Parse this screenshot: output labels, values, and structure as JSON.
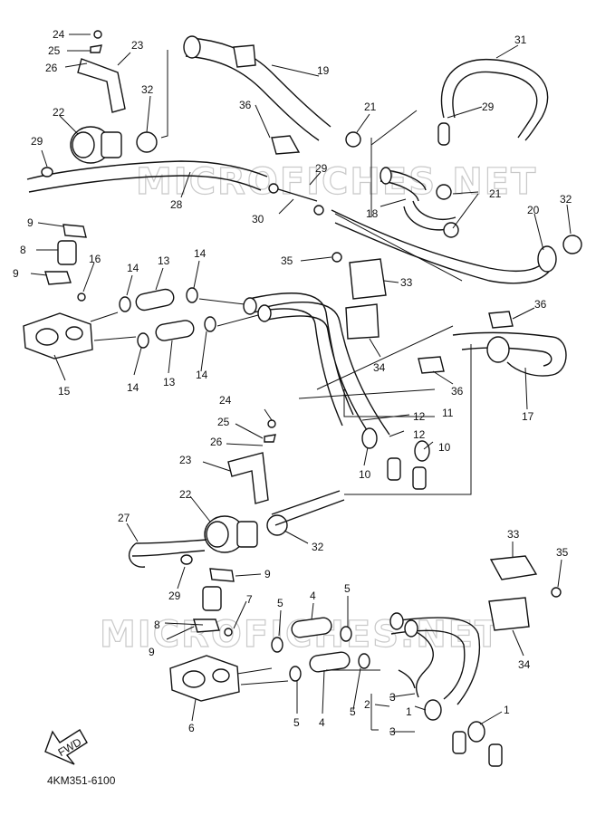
{
  "diagram": {
    "code": "4KM351-6100",
    "watermark": "MICROFICHES.NET",
    "fwd_label": "FWD",
    "callouts": [
      {
        "id": "c24a",
        "text": "24"
      },
      {
        "id": "c25a",
        "text": "25"
      },
      {
        "id": "c26a",
        "text": "26"
      },
      {
        "id": "c23a",
        "text": "23"
      },
      {
        "id": "c32a",
        "text": "32"
      },
      {
        "id": "c22a",
        "text": "22"
      },
      {
        "id": "c29a",
        "text": "29"
      },
      {
        "id": "c28",
        "text": "28"
      },
      {
        "id": "c9a",
        "text": "9"
      },
      {
        "id": "c8a",
        "text": "8"
      },
      {
        "id": "c9b",
        "text": "9"
      },
      {
        "id": "c16",
        "text": "16"
      },
      {
        "id": "c15",
        "text": "15"
      },
      {
        "id": "c14a",
        "text": "14"
      },
      {
        "id": "c13a",
        "text": "13"
      },
      {
        "id": "c14b",
        "text": "14"
      },
      {
        "id": "c14c",
        "text": "14"
      },
      {
        "id": "c13b",
        "text": "13"
      },
      {
        "id": "c14d",
        "text": "14"
      },
      {
        "id": "c36a",
        "text": "36"
      },
      {
        "id": "c19",
        "text": "19"
      },
      {
        "id": "c21a",
        "text": "21"
      },
      {
        "id": "c31",
        "text": "31"
      },
      {
        "id": "c29b",
        "text": "29"
      },
      {
        "id": "c29c",
        "text": "29"
      },
      {
        "id": "c30",
        "text": "30"
      },
      {
        "id": "c21b",
        "text": "21"
      },
      {
        "id": "c18",
        "text": "18"
      },
      {
        "id": "c20",
        "text": "20"
      },
      {
        "id": "c32b",
        "text": "32"
      },
      {
        "id": "c35a",
        "text": "35"
      },
      {
        "id": "c33a",
        "text": "33"
      },
      {
        "id": "c34a",
        "text": "34"
      },
      {
        "id": "c36b",
        "text": "36"
      },
      {
        "id": "c36c",
        "text": "36"
      },
      {
        "id": "c17",
        "text": "17"
      },
      {
        "id": "c12a",
        "text": "12"
      },
      {
        "id": "c11",
        "text": "11"
      },
      {
        "id": "c12b",
        "text": "12"
      },
      {
        "id": "c10a",
        "text": "10"
      },
      {
        "id": "c10b",
        "text": "10"
      },
      {
        "id": "c24b",
        "text": "24"
      },
      {
        "id": "c25b",
        "text": "25"
      },
      {
        "id": "c26b",
        "text": "26"
      },
      {
        "id": "c23b",
        "text": "23"
      },
      {
        "id": "c22b",
        "text": "22"
      },
      {
        "id": "c27",
        "text": "27"
      },
      {
        "id": "c32c",
        "text": "32"
      },
      {
        "id": "c9c",
        "text": "9"
      },
      {
        "id": "c29d",
        "text": "29"
      },
      {
        "id": "c8b",
        "text": "8"
      },
      {
        "id": "c7",
        "text": "7"
      },
      {
        "id": "c9d",
        "text": "9"
      },
      {
        "id": "c6",
        "text": "6"
      },
      {
        "id": "c5a",
        "text": "5"
      },
      {
        "id": "c4a",
        "text": "4"
      },
      {
        "id": "c5b",
        "text": "5"
      },
      {
        "id": "c5c",
        "text": "5"
      },
      {
        "id": "c4b",
        "text": "4"
      },
      {
        "id": "c5d",
        "text": "5"
      },
      {
        "id": "c33b",
        "text": "33"
      },
      {
        "id": "c35b",
        "text": "35"
      },
      {
        "id": "c34b",
        "text": "34"
      },
      {
        "id": "c3a",
        "text": "3"
      },
      {
        "id": "c2",
        "text": "2"
      },
      {
        "id": "c3b",
        "text": "3"
      },
      {
        "id": "c1a",
        "text": "1"
      },
      {
        "id": "c1b",
        "text": "1"
      }
    ]
  }
}
